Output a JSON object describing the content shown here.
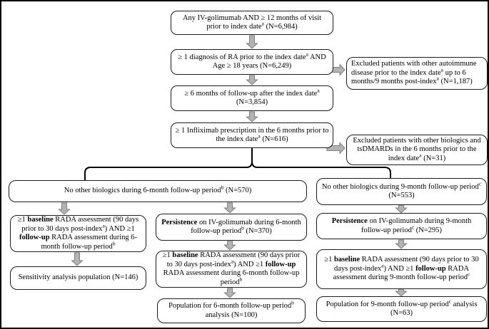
{
  "figure": {
    "title": "Patient selection flowchart",
    "colors": {
      "background": "#ffffff",
      "box_border": "#1c1c1c",
      "text": "#000000",
      "arrow_fill": "#b3b3b3",
      "arrow_stroke": "#7f7f7f",
      "connector": "#000000"
    }
  },
  "boxes": {
    "any_iv_golimumab": {
      "n": "6,984",
      "segments": [
        {
          "t": "Any IV-golimumab AND ≥ 12 months of visit prior to index date"
        },
        {
          "t": "a",
          "sup": true
        },
        {
          "t": "  (N=6,984)"
        }
      ]
    },
    "ra_diagnosis": {
      "n": "6,249",
      "segments": [
        {
          "t": "≥ 1 diagnosis of RA prior to the index date"
        },
        {
          "t": "a",
          "sup": true
        },
        {
          "t": " AND Age ≥ 18 years (N=6,249)"
        }
      ]
    },
    "excluded_autoimmune": {
      "n": "1,187",
      "segments": [
        {
          "t": "Excluded patients with other autoimmune disease prior to the index date"
        },
        {
          "t": "a",
          "sup": true
        },
        {
          "t": " up to 6 months/9 months post-index"
        },
        {
          "t": "a",
          "sup": true
        },
        {
          "t": "  (N=1,187)"
        }
      ]
    },
    "followup_6mo": {
      "n": "3,854",
      "segments": [
        {
          "t": "≥ 6 months of follow-up after the index date"
        },
        {
          "t": "a",
          "sup": true
        },
        {
          "t": " (N=3,854)"
        }
      ]
    },
    "infliximab_rx": {
      "n": "616",
      "segments": [
        {
          "t": "≥ 1 Infliximab prescription in the 6 months prior to the index date"
        },
        {
          "t": "a",
          "sup": true
        },
        {
          "t": "  (N=616)"
        }
      ]
    },
    "excluded_biologics": {
      "n": "31",
      "segments": [
        {
          "t": "Excluded patients with other biologics and tsDMARDs in the 6 months prior to the index date"
        },
        {
          "t": "a",
          "sup": true
        },
        {
          "t": " (N=31)"
        }
      ]
    },
    "no_other_biologics_6mo": {
      "n": "570",
      "segments": [
        {
          "t": "No other biologics during 6-month follow-up period"
        },
        {
          "t": "b",
          "sup": true
        },
        {
          "t": " (N=570)"
        }
      ]
    },
    "no_other_biologics_9mo": {
      "n": "553",
      "segments": [
        {
          "t": "No other biologics during 9-month follow-up period"
        },
        {
          "t": "c",
          "sup": true
        },
        {
          "t": " (N=553)"
        }
      ]
    },
    "rada_sensitivity_criteria": {
      "segments": [
        {
          "t": "≥1 "
        },
        {
          "t": "baseline",
          "bold": true
        },
        {
          "t": " RADA assessment (90 days prior to 30 days post-index"
        },
        {
          "t": "a",
          "sup": true
        },
        {
          "t": ") AND ≥1 "
        },
        {
          "t": "follow-up",
          "bold": true
        },
        {
          "t": " RADA assessment during 6-month follow-up period"
        },
        {
          "t": "b",
          "sup": true
        }
      ]
    },
    "sensitivity_population": {
      "n": "146",
      "segments": [
        {
          "t": "Sensitivity analysis population (N=146)"
        }
      ]
    },
    "persistence_6mo": {
      "n": "370",
      "segments": [
        {
          "t": "Persistence",
          "bold": true
        },
        {
          "t": " on IV-golimumab during 6-month follow-up period"
        },
        {
          "t": "b",
          "sup": true
        },
        {
          "t": " (N=370)"
        }
      ]
    },
    "rada_6mo": {
      "segments": [
        {
          "t": "≥1 "
        },
        {
          "t": "baseline",
          "bold": true
        },
        {
          "t": " RADA assessment (90 days prior to 30 days post-index"
        },
        {
          "t": "a",
          "sup": true
        },
        {
          "t": ") AND ≥1 "
        },
        {
          "t": "follow-up",
          "bold": true
        },
        {
          "t": " RADA assessment during 6-month follow-up period"
        },
        {
          "t": "b",
          "sup": true
        }
      ]
    },
    "population_6mo": {
      "n": "100",
      "segments": [
        {
          "t": "Population for 6-month follow-up period"
        },
        {
          "t": "b",
          "sup": true
        },
        {
          "t": " analysis (N=100)"
        }
      ]
    },
    "persistence_9mo": {
      "n": "295",
      "segments": [
        {
          "t": "Persistence",
          "bold": true
        },
        {
          "t": " on IV-golimumab during 9-month follow-up period"
        },
        {
          "t": "c",
          "sup": true
        },
        {
          "t": " (N=295)"
        }
      ]
    },
    "rada_9mo": {
      "segments": [
        {
          "t": "≥1 "
        },
        {
          "t": "baseline",
          "bold": true
        },
        {
          "t": " RADA assessment (90 days prior to 30 days post-index"
        },
        {
          "t": "a",
          "sup": true
        },
        {
          "t": ") AND ≥1 "
        },
        {
          "t": "follow-up",
          "bold": true
        },
        {
          "t": " RADA assessment during 9-month follow-up period"
        },
        {
          "t": "c",
          "sup": true
        }
      ]
    },
    "population_9mo": {
      "n": "63",
      "segments": [
        {
          "t": "Population for 9-month follow-up period"
        },
        {
          "t": "c",
          "sup": true
        },
        {
          "t": " analysis (N=63)"
        }
      ]
    }
  }
}
